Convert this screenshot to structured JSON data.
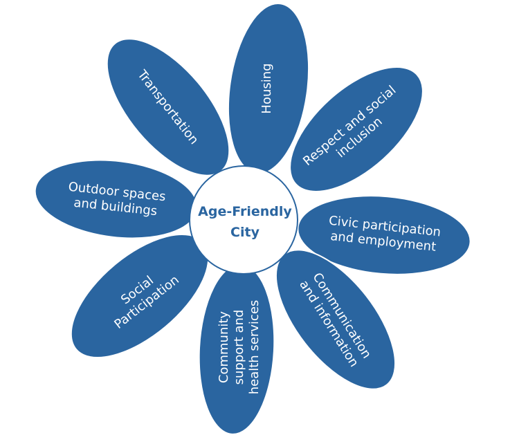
{
  "center": {
    "line1": "Age-Friendly",
    "line2": "City"
  },
  "colors": {
    "petal": "#2A65A0",
    "center_fill": "#ffffff",
    "text": "#ffffff",
    "center_text": "#2A65A0"
  },
  "petals": [
    {
      "lines": [
        "Housing"
      ]
    },
    {
      "lines": [
        "Respect and social",
        "inclusion"
      ]
    },
    {
      "lines": [
        "Civic participation",
        "and employment"
      ]
    },
    {
      "lines": [
        "Communication",
        "and information"
      ]
    },
    {
      "lines": [
        "Community",
        "support and",
        "health services"
      ]
    },
    {
      "lines": [
        "Social",
        "Participation"
      ]
    },
    {
      "lines": [
        "Outdoor spaces",
        "and buildings"
      ]
    },
    {
      "lines": [
        "Transportation"
      ]
    }
  ]
}
